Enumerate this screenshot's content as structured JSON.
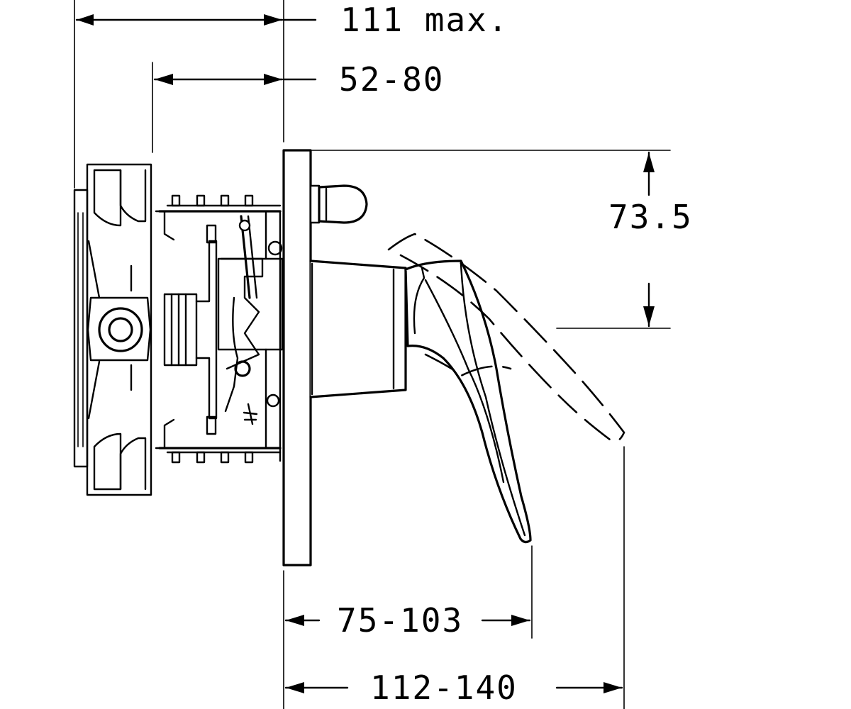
{
  "dimensions": {
    "overall_depth": "111 max.",
    "installation_depth": "52-80",
    "lever_height": "73.5",
    "lever_projection": "75-103",
    "lever_projection_max": "112-140"
  },
  "colors": {
    "ink": "#000000",
    "paper": "#ffffff"
  }
}
